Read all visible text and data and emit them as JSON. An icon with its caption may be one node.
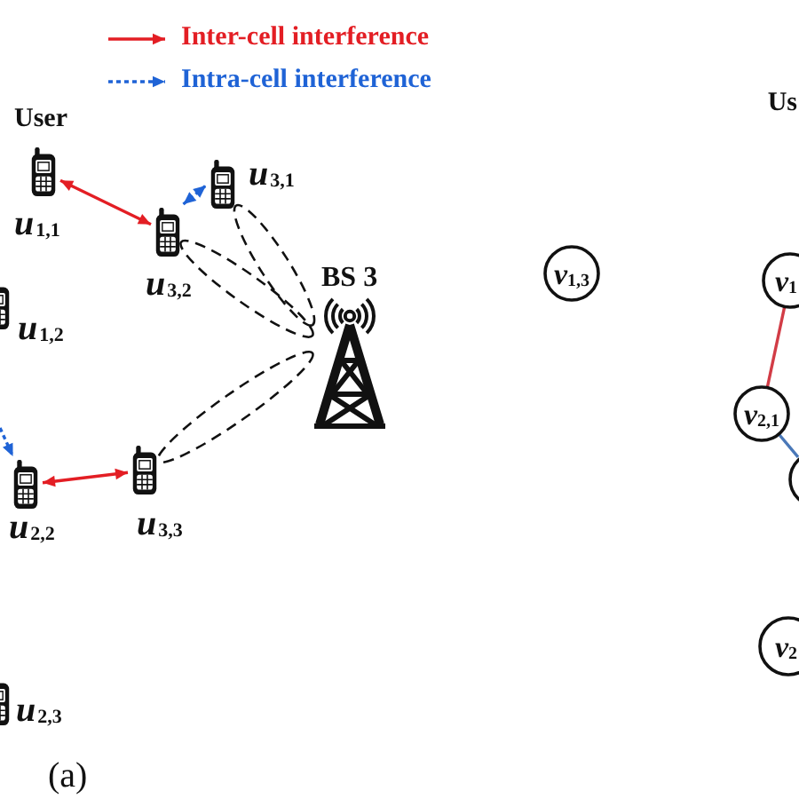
{
  "diagram": {
    "caption": "(a)",
    "nodes": [
      {
        "text": [],
        "shape": "picture",
        "beside": [
          "*u*$_{1,1}$"
        ]
      },
      {
        "text": [],
        "shape": "picture",
        "beside": [
          "*u*$_{3,1}$"
        ]
      },
      {
        "text": [],
        "shape": "picture",
        "beside": [
          "*u*$_{3,2}$"
        ]
      },
      {
        "text": [],
        "shape": "picture",
        "beside": [
          "BS 3"
        ]
      },
      {
        "text": [],
        "shape": "picture",
        "beside": [
          "*u*$_{1,2}$"
        ]
      },
      {
        "text": [],
        "shape": "picture",
        "beside": [
          "*u*$_{3,3}$"
        ]
      },
      {
        "text": [],
        "shape": "picture",
        "beside": [
          "*u*$_{2,2}$"
        ]
      },
      {
        "text": [],
        "shape": "picture",
        "beside": [
          "*u*$_{2,3}$"
        ]
      },
      {
        "text": [
          "*v*$_{1,3}$"
        ]
      },
      {
        "text": [
          "*v*$_{1}$"
        ]
      },
      {
        "text": [
          "*v*$_{2,1}$"
        ]
      },
      {
        "text": [],
        "shape": "circle"
      },
      {
        "text": [
          "*v*$_{2}$"
        ]
      }
    ],
    "edges": [
      {
        "from": 0,
        "to": 2,
        "arrow": "both",
        "color": "#e31e24"
      },
      {
        "from": 2,
        "to": 1,
        "arrow": "both",
        "style": "dashed",
        "color": "#1f63d6"
      },
      {
        "from": 3,
        "to": 1,
        "arrow": "none",
        "style": "dashed"
      },
      {
        "from": 3,
        "to": 2,
        "arrow": "none",
        "style": "dashed"
      },
      {
        "from": 3,
        "to": 5,
        "arrow": "none",
        "style": "dashed"
      },
      {
        "from": null,
        "to": 6,
        "arrow": "to",
        "style": "dashed",
        "color": "#1f63d6"
      },
      {
        "from": 6,
        "to": 5,
        "arrow": "both",
        "color": "#e31e24"
      },
      {
        "from": 9,
        "to": 10,
        "arrow": "none",
        "color": "#d23c46"
      },
      {
        "from": 10,
        "to": 11,
        "arrow": "none",
        "color": "#4a78b8"
      }
    ],
    "labels": [
      "User",
      "Us"
    ],
    "legend": [
      {
        "text": "Inter-cell interference"
      },
      {
        "text": "Intra-cell interference"
      }
    ]
  }
}
